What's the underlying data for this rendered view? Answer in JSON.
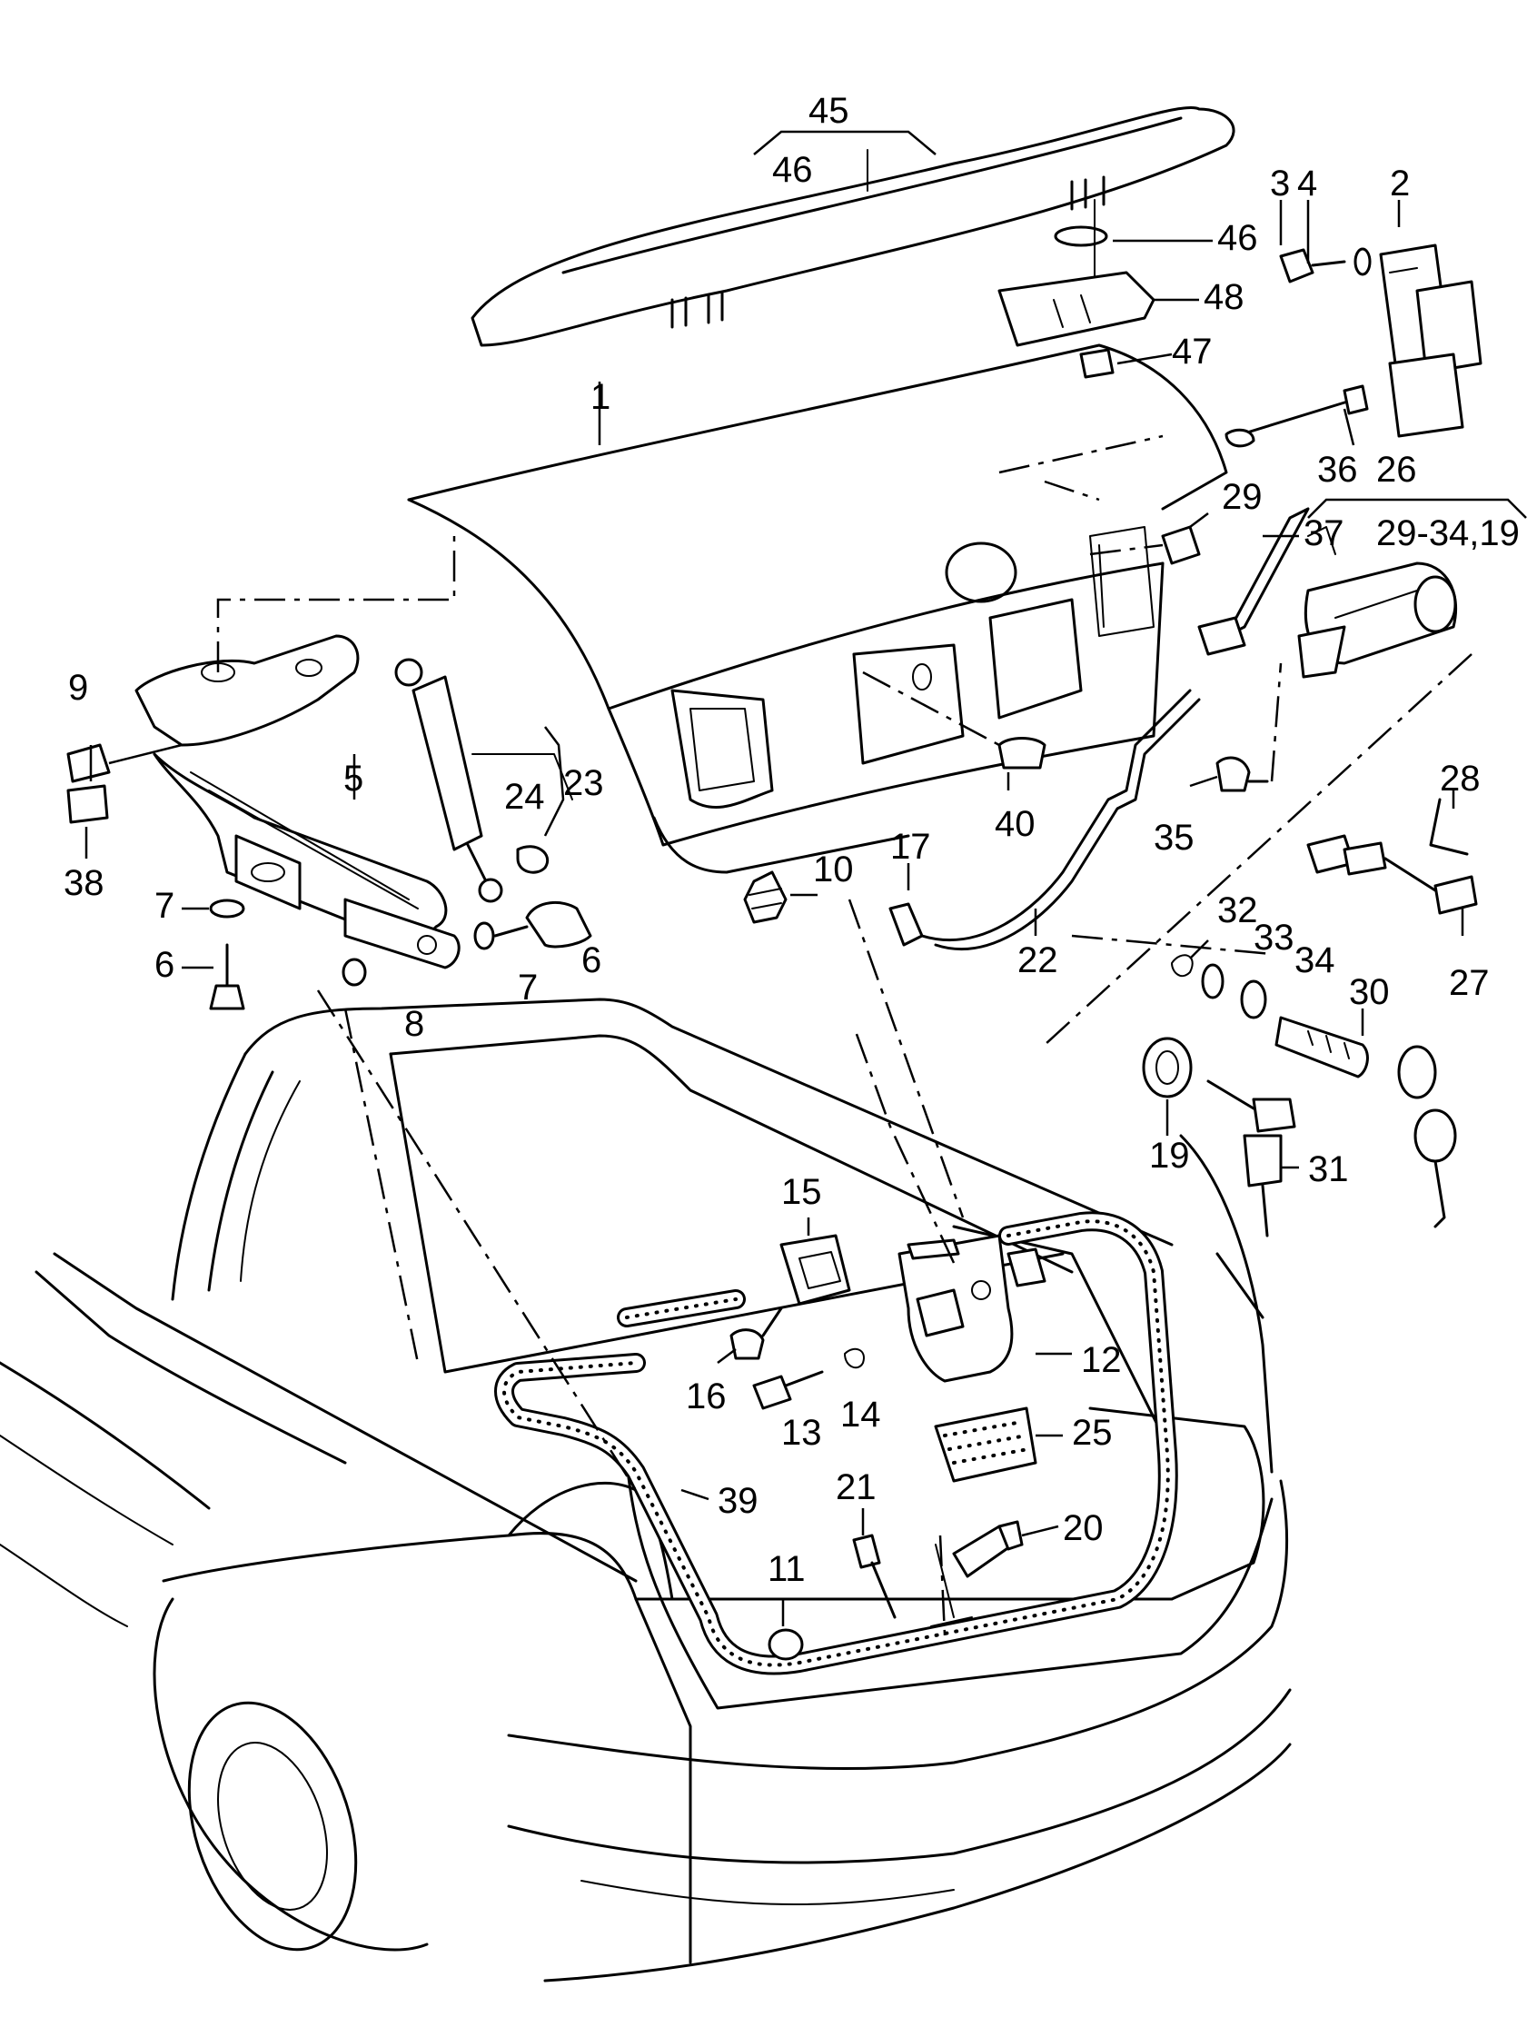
{
  "labels": {
    "l1": "1",
    "l2": "2",
    "l3": "3",
    "l4": "4",
    "l5": "5",
    "l6a": "6",
    "l6b": "6",
    "l7a": "7",
    "l7b": "7",
    "l8": "8",
    "l9": "9",
    "l10": "10",
    "l11": "11",
    "l12": "12",
    "l13": "13",
    "l14": "14",
    "l15": "15",
    "l16": "16",
    "l17": "17",
    "l19": "19",
    "l20": "20",
    "l21": "21",
    "l22": "22",
    "l23": "23",
    "l24": "24",
    "l25": "25",
    "l26": "26",
    "l26range": "29-34,19",
    "l27": "27",
    "l28": "28",
    "l29": "29",
    "l30": "30",
    "l31": "31",
    "l32": "32",
    "l33": "33",
    "l34": "34",
    "l35": "35",
    "l36": "36",
    "l37": "37",
    "l38": "38",
    "l39": "39",
    "l40": "40",
    "l45": "45",
    "l46a": "46",
    "l46b": "46",
    "l47": "47",
    "l48": "48"
  }
}
